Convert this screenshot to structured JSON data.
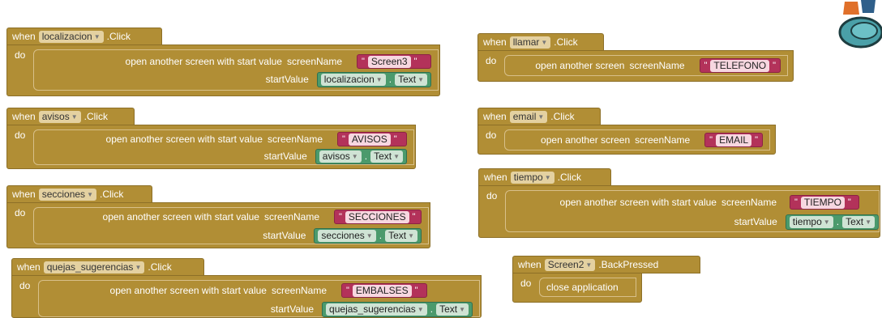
{
  "common": {
    "when": "when",
    "do": "do",
    "click": ".Click",
    "open_with": "open another screen with start value",
    "open_simple": "open another screen",
    "screenName": "screenName",
    "startValue": "startValue",
    "dot": ".",
    "text": "Text",
    "quote": "\""
  },
  "blocks": [
    {
      "component": "localizacion",
      "screen": "Screen3"
    },
    {
      "component": "avisos",
      "screen": "AVISOS"
    },
    {
      "component": "secciones",
      "screen": "SECCIONES"
    },
    {
      "component": "quejas_sugerencias",
      "screen": "EMBALSES"
    }
  ],
  "right_blocks": [
    {
      "component": "llamar",
      "screen": "TELEFONO"
    },
    {
      "component": "email",
      "screen": "EMAIL"
    }
  ],
  "tiempo": {
    "component": "tiempo",
    "screen": "TIEMPO"
  },
  "back": {
    "component": "Screen2",
    "event": ".BackPressed",
    "action": "close application"
  },
  "colors": {
    "control": "#b18e35",
    "string": "#b3325a",
    "component": "#4b9a6c"
  }
}
